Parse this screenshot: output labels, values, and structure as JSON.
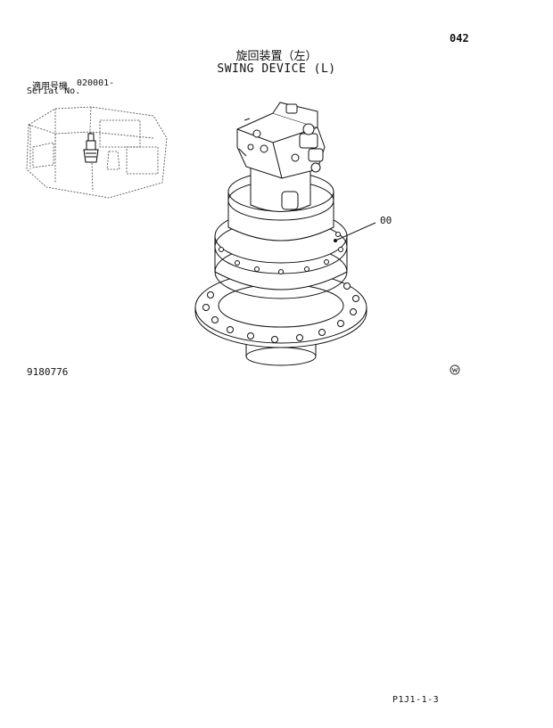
{
  "page_number": "042",
  "title": {
    "japanese": "旋回装置（左）",
    "english": "SWING DEVICE (L)"
  },
  "serial": {
    "label_jp": "適用号機",
    "label_en": "Serial No.",
    "range": "020001-"
  },
  "callout": "00",
  "part_number": "9180776",
  "footer_code": "P1J1-1-3",
  "icons": {
    "thumbnail": "machine-overview-icon",
    "main": "swing-device-drawing",
    "watermark": "w-circle-icon"
  }
}
